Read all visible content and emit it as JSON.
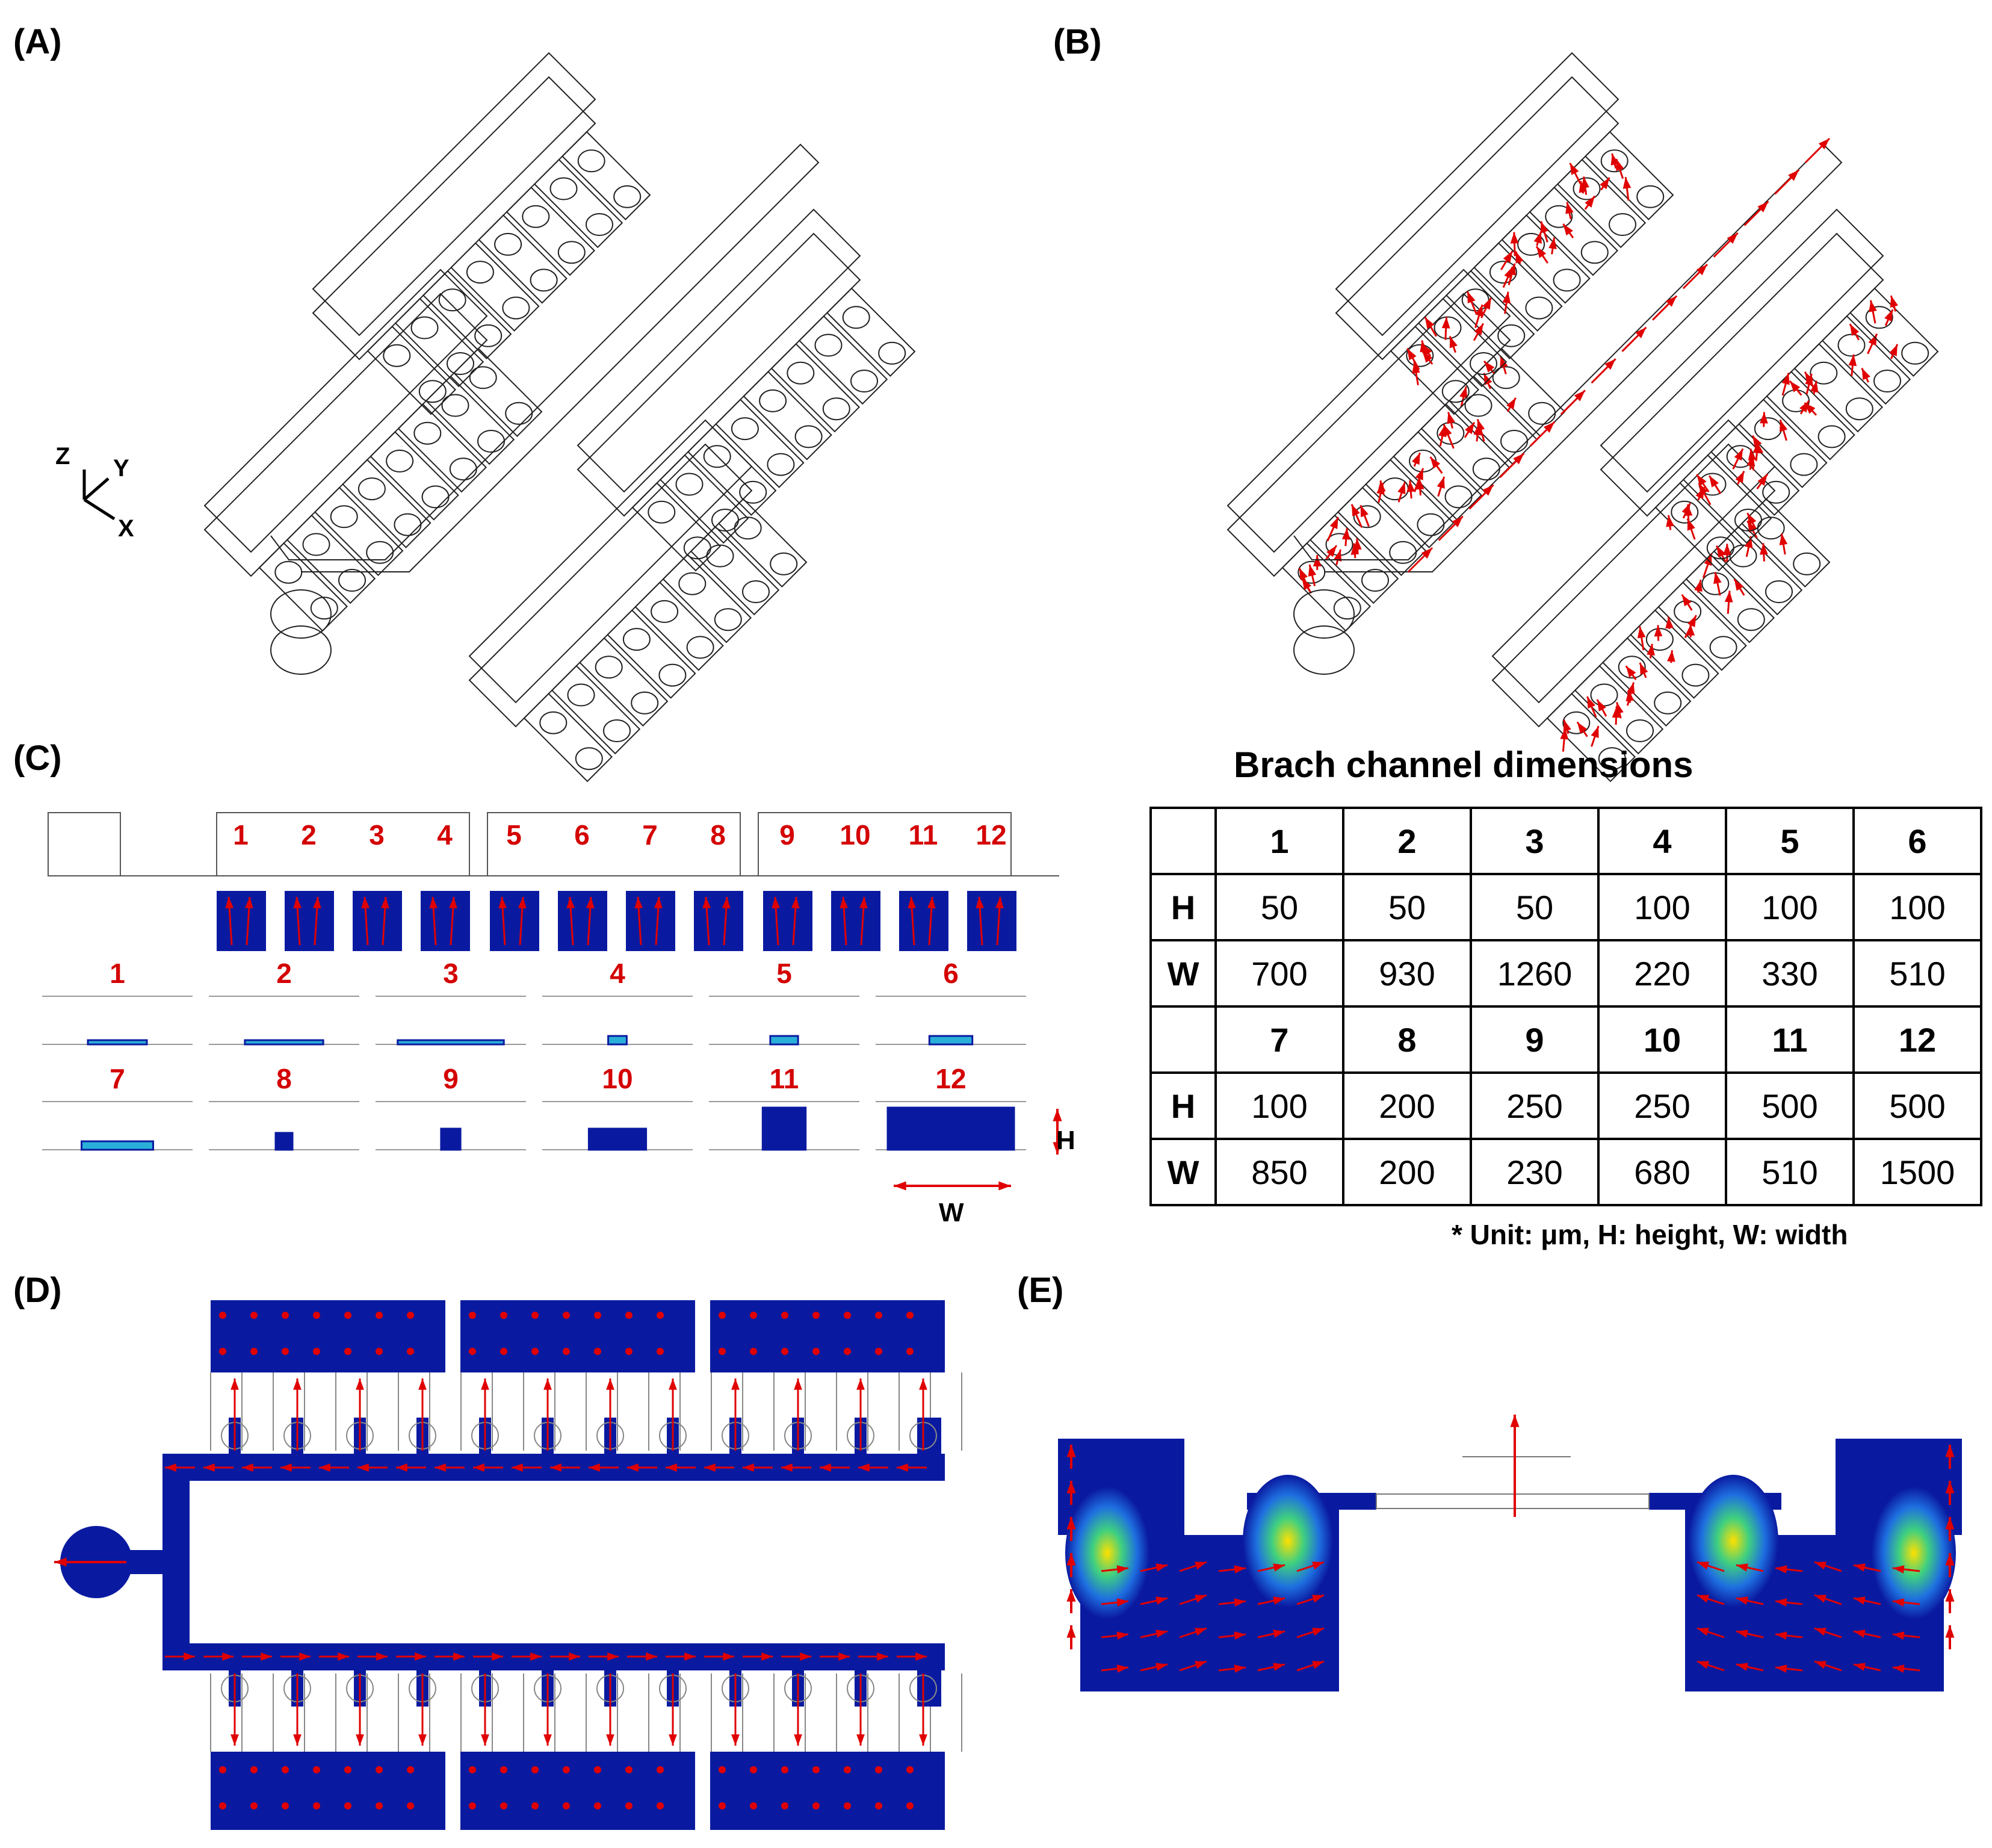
{
  "panels": {
    "a": "(A)",
    "b": "(B)",
    "c": "(C)",
    "d": "(D)",
    "e": "(E)"
  },
  "axes": {
    "z": "Z",
    "y": "Y",
    "x": "X"
  },
  "panel_c": {
    "channel_numbers": [
      "1",
      "2",
      "3",
      "4",
      "5",
      "6",
      "7",
      "8",
      "9",
      "10",
      "11",
      "12"
    ],
    "height_label": "H",
    "width_label": "W"
  },
  "table": {
    "title": "Brach channel dimensions",
    "row_labels": {
      "h": "H",
      "w": "W"
    },
    "group1": {
      "columns": [
        "1",
        "2",
        "3",
        "4",
        "5",
        "6"
      ],
      "H": [
        "50",
        "50",
        "50",
        "100",
        "100",
        "100"
      ],
      "W": [
        "700",
        "930",
        "1260",
        "220",
        "330",
        "510"
      ]
    },
    "group2": {
      "columns": [
        "7",
        "8",
        "9",
        "10",
        "11",
        "12"
      ],
      "H": [
        "100",
        "200",
        "250",
        "250",
        "500",
        "500"
      ],
      "W": [
        "850",
        "200",
        "230",
        "680",
        "510",
        "1500"
      ]
    },
    "note": "* Unit: μm, H: height, W: width"
  },
  "colors": {
    "arrow": "#e00000",
    "channel_fill": "#0a1aa0",
    "hot": "#ffe000",
    "label_red": "#d40000"
  }
}
